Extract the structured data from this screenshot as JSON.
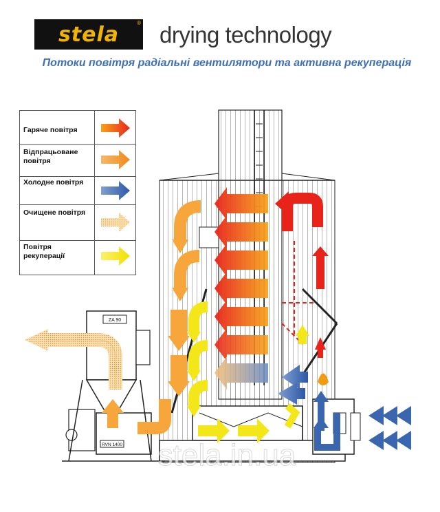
{
  "logo": {
    "text": "stela",
    "mark": "®"
  },
  "tagline": "drying technology",
  "subtitle": "Потоки повітря радіальні вентилятори та активна рекуперація",
  "legend": [
    {
      "label": "Гаряче повітря",
      "color": "#e8261b"
    },
    {
      "label": "Відпрацьоване повітря",
      "color": "#f29a2e"
    },
    {
      "label": "Холодне повітря",
      "color": "#3a66b0"
    },
    {
      "label": "Очищене повітря",
      "color": "#f4c98a"
    },
    {
      "label": "Повітря рекуперації",
      "color": "#f3e71a"
    }
  ],
  "plates": {
    "separator": "ZA 90",
    "fan": "RVN 1400"
  },
  "watermark": "stela.in.ua"
}
